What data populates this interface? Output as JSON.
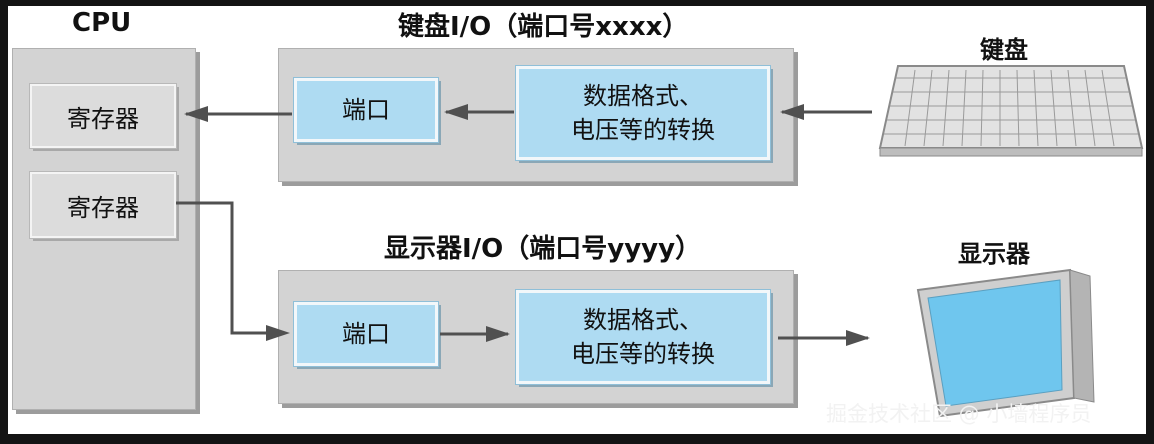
{
  "cpu": {
    "title": "CPU",
    "register_top": "寄存器",
    "register_bottom": "寄存器"
  },
  "keyboard_io": {
    "title": "键盘I/O（端口号xxxx）",
    "port": "端口",
    "convert_line1": "数据格式、",
    "convert_line2": "电压等的转换"
  },
  "display_io": {
    "title": "显示器I/O（端口号yyyy）",
    "port": "端口",
    "convert_line1": "数据格式、",
    "convert_line2": "电压等的转换"
  },
  "devices": {
    "keyboard": "键盘",
    "display": "显示器"
  },
  "watermark": "掘金技术社区 @ 小墙程序员",
  "colors": {
    "gray_box": "#d3d3d3",
    "blue_box": "#aedbf2",
    "arrow": "#505050"
  }
}
